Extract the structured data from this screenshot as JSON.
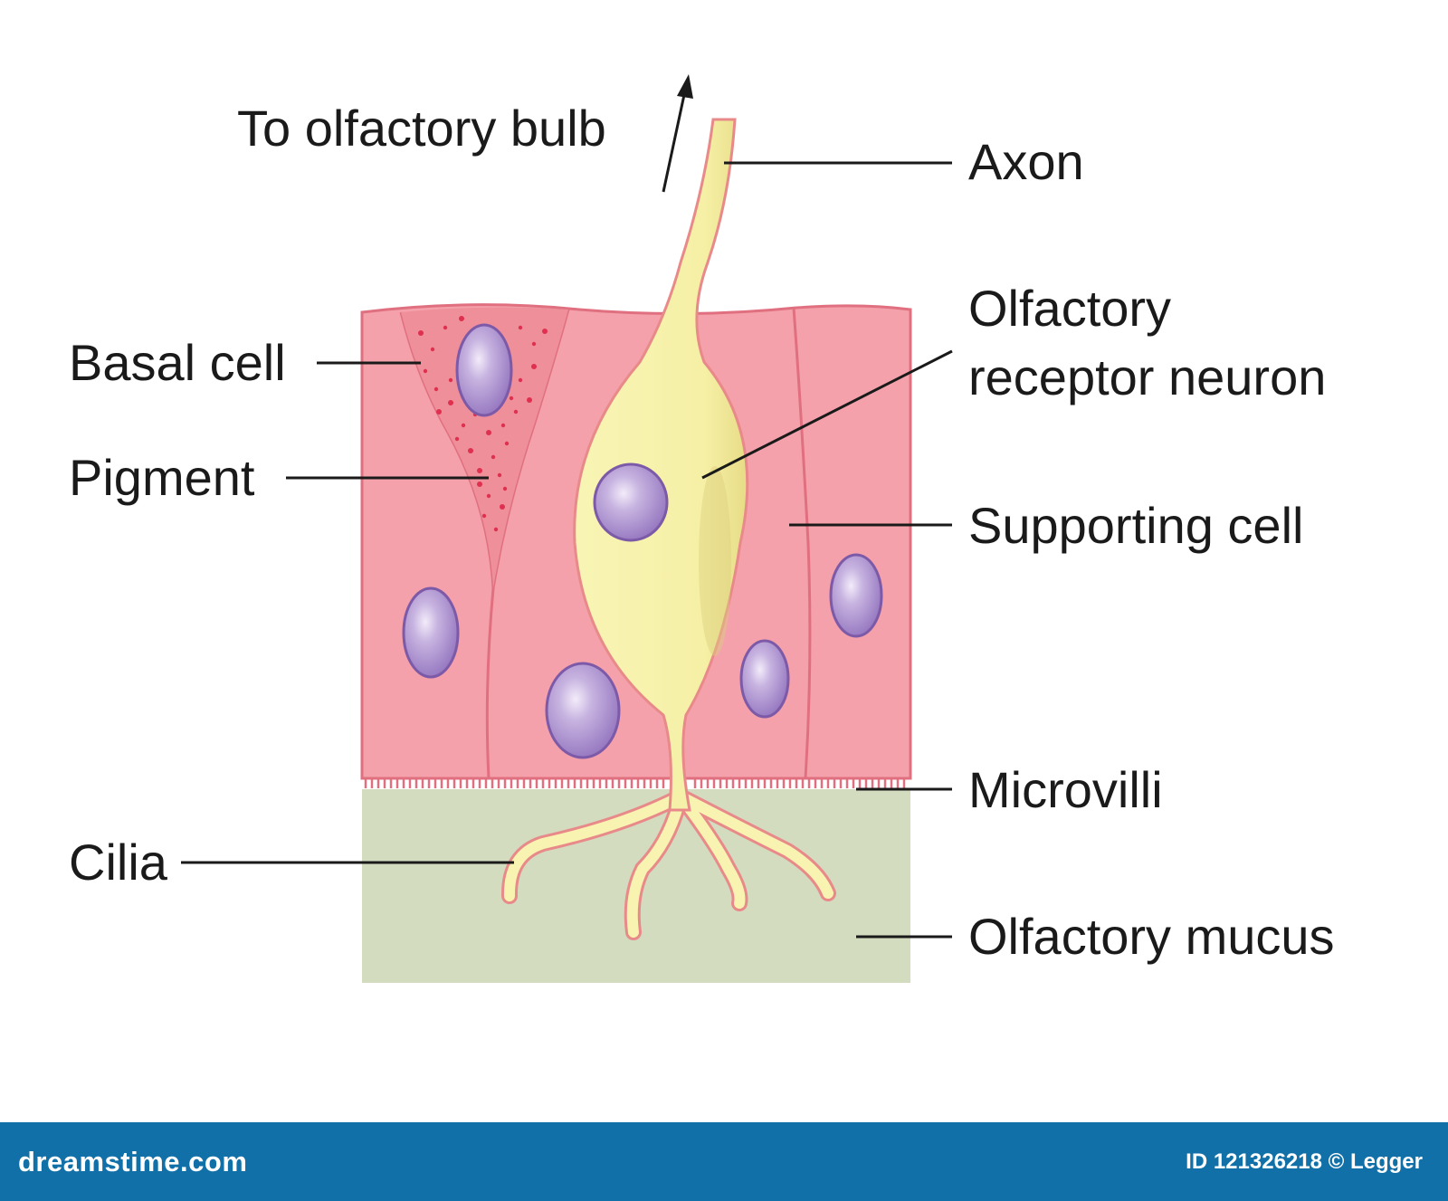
{
  "labels": {
    "to_bulb": "To olfactory bulb",
    "axon": "Axon",
    "receptor_line1": "Olfactory",
    "receptor_line2": "receptor neuron",
    "basal_cell": "Basal cell",
    "pigment": "Pigment",
    "supporting_cell": "Supporting cell",
    "microvilli": "Microvilli",
    "cilia": "Cilia",
    "mucus": "Olfactory mucus"
  },
  "footer": {
    "site": "dreamstime.com",
    "credit": "ID 121326218 © Legger"
  },
  "colors": {
    "epithelium": "#f4a1ab",
    "epithelium_outline": "#e07080",
    "basal_cell": "#ee8f9a",
    "neuron": "#f8f3b0",
    "neuron_outline": "#e98a8a",
    "nucleus": "#a98dc9",
    "nucleus_outline": "#7d5aa8",
    "pigment_dots": "#e03050",
    "mucus": "#d3dcbf",
    "footer_bg": "#1170a8"
  }
}
